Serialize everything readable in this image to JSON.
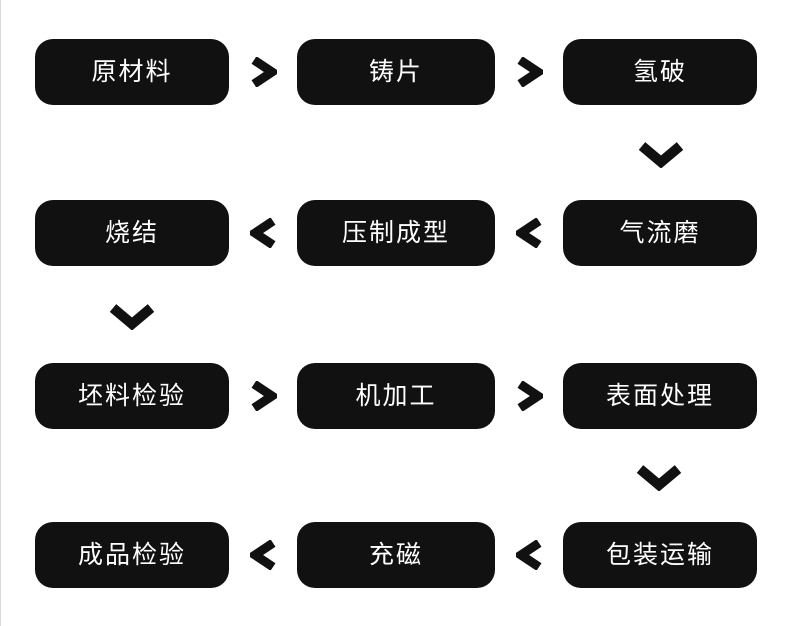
{
  "diagram": {
    "type": "process-flowchart",
    "colors": {
      "background": "#ffffff",
      "box_fill": "#111111",
      "box_text": "#ffffff",
      "arrow": "#111111",
      "edge_line": "#d9d9d9"
    },
    "arrow_icons": {
      "right": "chevron-right",
      "left": "chevron-left",
      "down": "chevron-down"
    },
    "rows": [
      {
        "direction": "left-to-right",
        "steps": [
          "原材料",
          "铸片",
          "氢破"
        ]
      },
      {
        "direction": "right-to-left",
        "steps": [
          "烧结",
          "压制成型",
          "气流磨"
        ]
      },
      {
        "direction": "left-to-right",
        "steps": [
          "坯料检验",
          "机加工",
          "表面处理"
        ]
      },
      {
        "direction": "right-to-left",
        "steps": [
          "成品检验",
          "充磁",
          "包装运输"
        ]
      }
    ]
  }
}
